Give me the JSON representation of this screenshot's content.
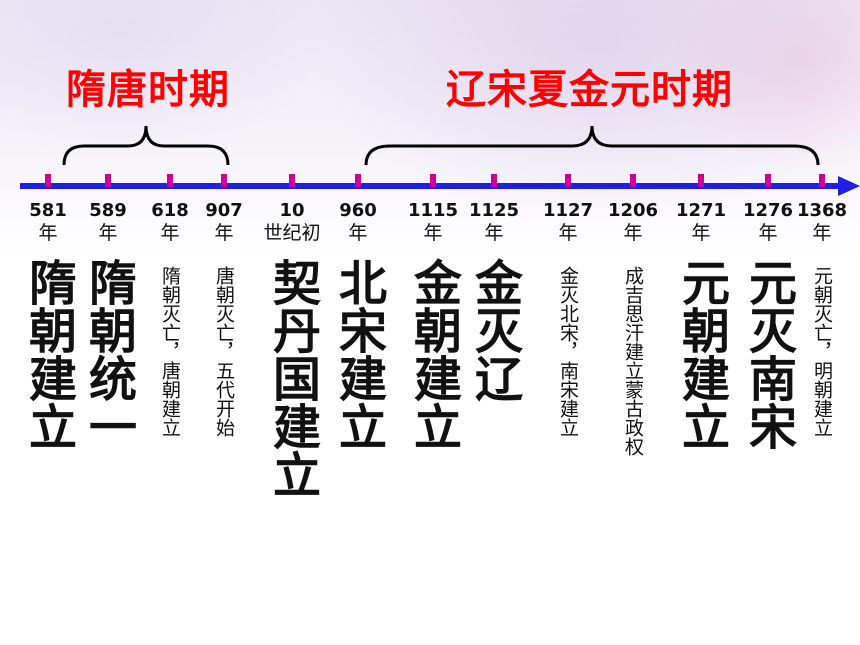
{
  "periods": [
    {
      "label": "隋唐时期"
    },
    {
      "label": "辽宋夏金元时期"
    }
  ],
  "year_unit": "年",
  "ticks": [
    {
      "year": "581",
      "event": "隋朝建立"
    },
    {
      "year": "589",
      "event": "隋朝统一"
    },
    {
      "year": "618",
      "event": "隋朝灭亡，唐朝建立"
    },
    {
      "year": "907",
      "event": "唐朝灭亡，五代开始"
    },
    {
      "year": "10",
      "unit": "世纪初",
      "event": "契丹国建立"
    },
    {
      "year": "960",
      "event": "北宋建立"
    },
    {
      "year": "1115",
      "event": "金朝建立"
    },
    {
      "year": "1125",
      "event": "金灭辽"
    },
    {
      "year": "1127",
      "event": "金灭北宋，南宋建立"
    },
    {
      "year": "1206",
      "event": "成吉思汗建立蒙古政权"
    },
    {
      "year": "1271",
      "event": "元朝建立"
    },
    {
      "year": "1276",
      "event": "元灭南宋"
    },
    {
      "year": "1368",
      "event": "元朝灭亡，明朝建立"
    }
  ],
  "colors": {
    "axis": "#1f1fe6",
    "tick": "#cc0099",
    "period": "#ff0000"
  }
}
